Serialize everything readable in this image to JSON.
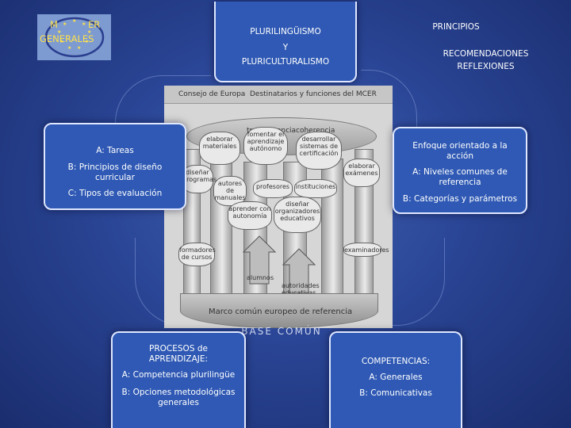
{
  "logo": {
    "left_text": "M",
    "right_text": "ER",
    "bottom_text": "GENERALES"
  },
  "top_center_box": {
    "line1": "PLURILINGÜISMO",
    "line2": "Y",
    "line3": "PLURICULTURALISMO"
  },
  "top_right": {
    "title": "PRINCIPIOS",
    "line1": "RECOMENDACIONES",
    "line2": "REFLEXIONES"
  },
  "left_box": {
    "line1": "A: Tareas",
    "line2": "B: Principios de diseño curricular",
    "line3": "C: Tipos de evaluación"
  },
  "right_box": {
    "line1": "Enfoque orientado a la acción",
    "line2": "A: Niveles comunes de referencia",
    "line3": "B: Categorías  y parámetros"
  },
  "bottom_left_box": {
    "line1": "PROCESOS  de APRENDIZAJE:",
    "line2": "A: Competencia plurilingüe",
    "line3": "B:  Opciones metodológicas generales"
  },
  "bottom_right_box": {
    "line1": "COMPETENCIAS:",
    "line2": "A: Generales",
    "line3": "B: Comunicativas"
  },
  "figure": {
    "header_left": "Consejo de Europa",
    "header_right": "Destinatarios y funciones del MCER",
    "labels": {
      "transparencia": "transparencia",
      "coherencia": "coherencia",
      "elaborar": "elaborar materiales",
      "fomentar": "fomentar el aprendizaje autónomo",
      "desarrollar": "desarrollar sistemas de certificación",
      "elaborar_examenes": "elaborar exámenes",
      "disenar": "diseñar programas",
      "autores": "autores de manuales",
      "profesores": "profesores",
      "instituciones": "instituciones",
      "disenar_org": "diseñar organizadores educativos",
      "aprender": "aprender con autonomía",
      "examinadores": "examinadores",
      "formadores": "formadores de cursos",
      "alumnos": "alumnos",
      "autoridades": "autoridades educativas",
      "marco": "Marco común europeo de referencia",
      "base": "BASE COMÚN"
    }
  }
}
